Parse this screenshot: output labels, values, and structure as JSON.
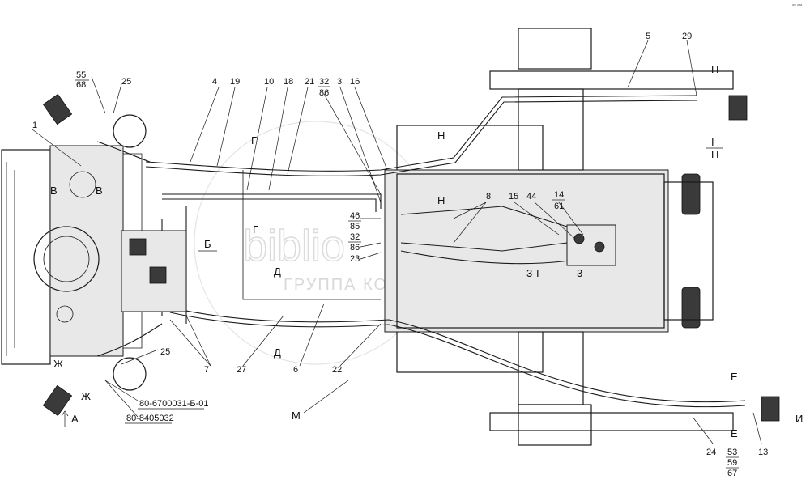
{
  "corner_mark": "ᵃᵐ ʷᵃᵃ",
  "watermark": {
    "logo_text": "biblio",
    "subtitle": "ГРУППА КОМПАНИЙ"
  },
  "callouts": {
    "c1": "1",
    "c3": "3",
    "c4": "4",
    "c5": "5",
    "c6": "6",
    "c7": "7",
    "c8": "8",
    "c10": "10",
    "c13": "13",
    "c14": "14",
    "c15": "15",
    "c16": "16",
    "c18": "18",
    "c19": "19",
    "c21": "21",
    "c22": "22",
    "c23": "23",
    "c24": "24",
    "c25_top": "25",
    "c25_bottom": "25",
    "c27": "27",
    "c29": "29",
    "c32_top": "32",
    "c32_mid": "32",
    "c44": "44",
    "c46": "46",
    "c53": "53",
    "c55": "55",
    "c59": "59",
    "c61": "61",
    "c67": "67",
    "c68": "68",
    "c85": "85",
    "c86_top": "86",
    "c86_mid": "86"
  },
  "section_marks": {
    "a": "А",
    "b": "Б",
    "v_left": "В",
    "v_right": "В",
    "g_top": "Г",
    "g_mid": "Г",
    "d_mid": "Д",
    "d_bottom": "Д",
    "e_top": "Е",
    "e_bottom": "Е",
    "zh_top": "Ж",
    "zh_bottom": "Ж",
    "i": "И",
    "m": "М",
    "n_top": "Н",
    "n_mid": "Н",
    "p_top": "П",
    "i_p_numerator": "I",
    "i_p_denominator": "П",
    "i_mark": "I",
    "three_left": "3",
    "three_right": "3"
  },
  "part_numbers": {
    "p1": "80-6700031-Б-01",
    "p2": "80-8405032"
  }
}
